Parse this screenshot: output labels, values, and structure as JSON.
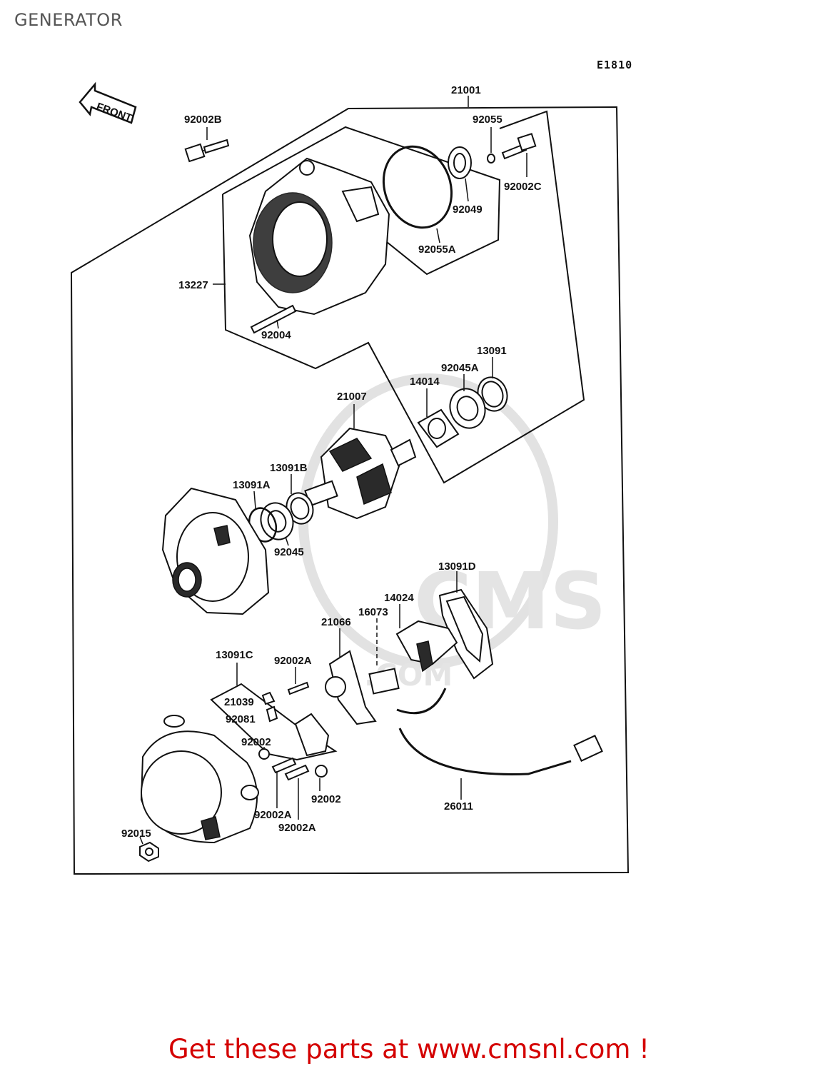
{
  "page": {
    "title": "GENERATOR",
    "diagram_code": "E1810",
    "front_arrow": "FRONT",
    "watermark": ".COM",
    "footer_cta": "Get these parts at www.cmsnl.com !"
  },
  "parts": [
    {
      "id": "p21001",
      "label": "21001"
    },
    {
      "id": "p92055",
      "label": "92055"
    },
    {
      "id": "p92002B",
      "label": "92002B"
    },
    {
      "id": "p92002C",
      "label": "92002C"
    },
    {
      "id": "p92049",
      "label": "92049"
    },
    {
      "id": "p92055A",
      "label": "92055A"
    },
    {
      "id": "p13227",
      "label": "13227"
    },
    {
      "id": "p92004",
      "label": "92004"
    },
    {
      "id": "p13091",
      "label": "13091"
    },
    {
      "id": "p92045A",
      "label": "92045A"
    },
    {
      "id": "p14014",
      "label": "14014"
    },
    {
      "id": "p21007",
      "label": "21007"
    },
    {
      "id": "p13091B",
      "label": "13091B"
    },
    {
      "id": "p13091A",
      "label": "13091A"
    },
    {
      "id": "p92045",
      "label": "92045"
    },
    {
      "id": "p13091D",
      "label": "13091D"
    },
    {
      "id": "p14024",
      "label": "14024"
    },
    {
      "id": "p16073",
      "label": "16073"
    },
    {
      "id": "p21066",
      "label": "21066"
    },
    {
      "id": "p13091C",
      "label": "13091C"
    },
    {
      "id": "p92002A_1",
      "label": "92002A"
    },
    {
      "id": "p21039",
      "label": "21039"
    },
    {
      "id": "p92081",
      "label": "92081"
    },
    {
      "id": "p92002_1",
      "label": "92002"
    },
    {
      "id": "p92002_2",
      "label": "92002"
    },
    {
      "id": "p92002A_2",
      "label": "92002A"
    },
    {
      "id": "p92002A_3",
      "label": "92002A"
    },
    {
      "id": "p26011",
      "label": "26011"
    },
    {
      "id": "p92015",
      "label": "92015"
    }
  ]
}
